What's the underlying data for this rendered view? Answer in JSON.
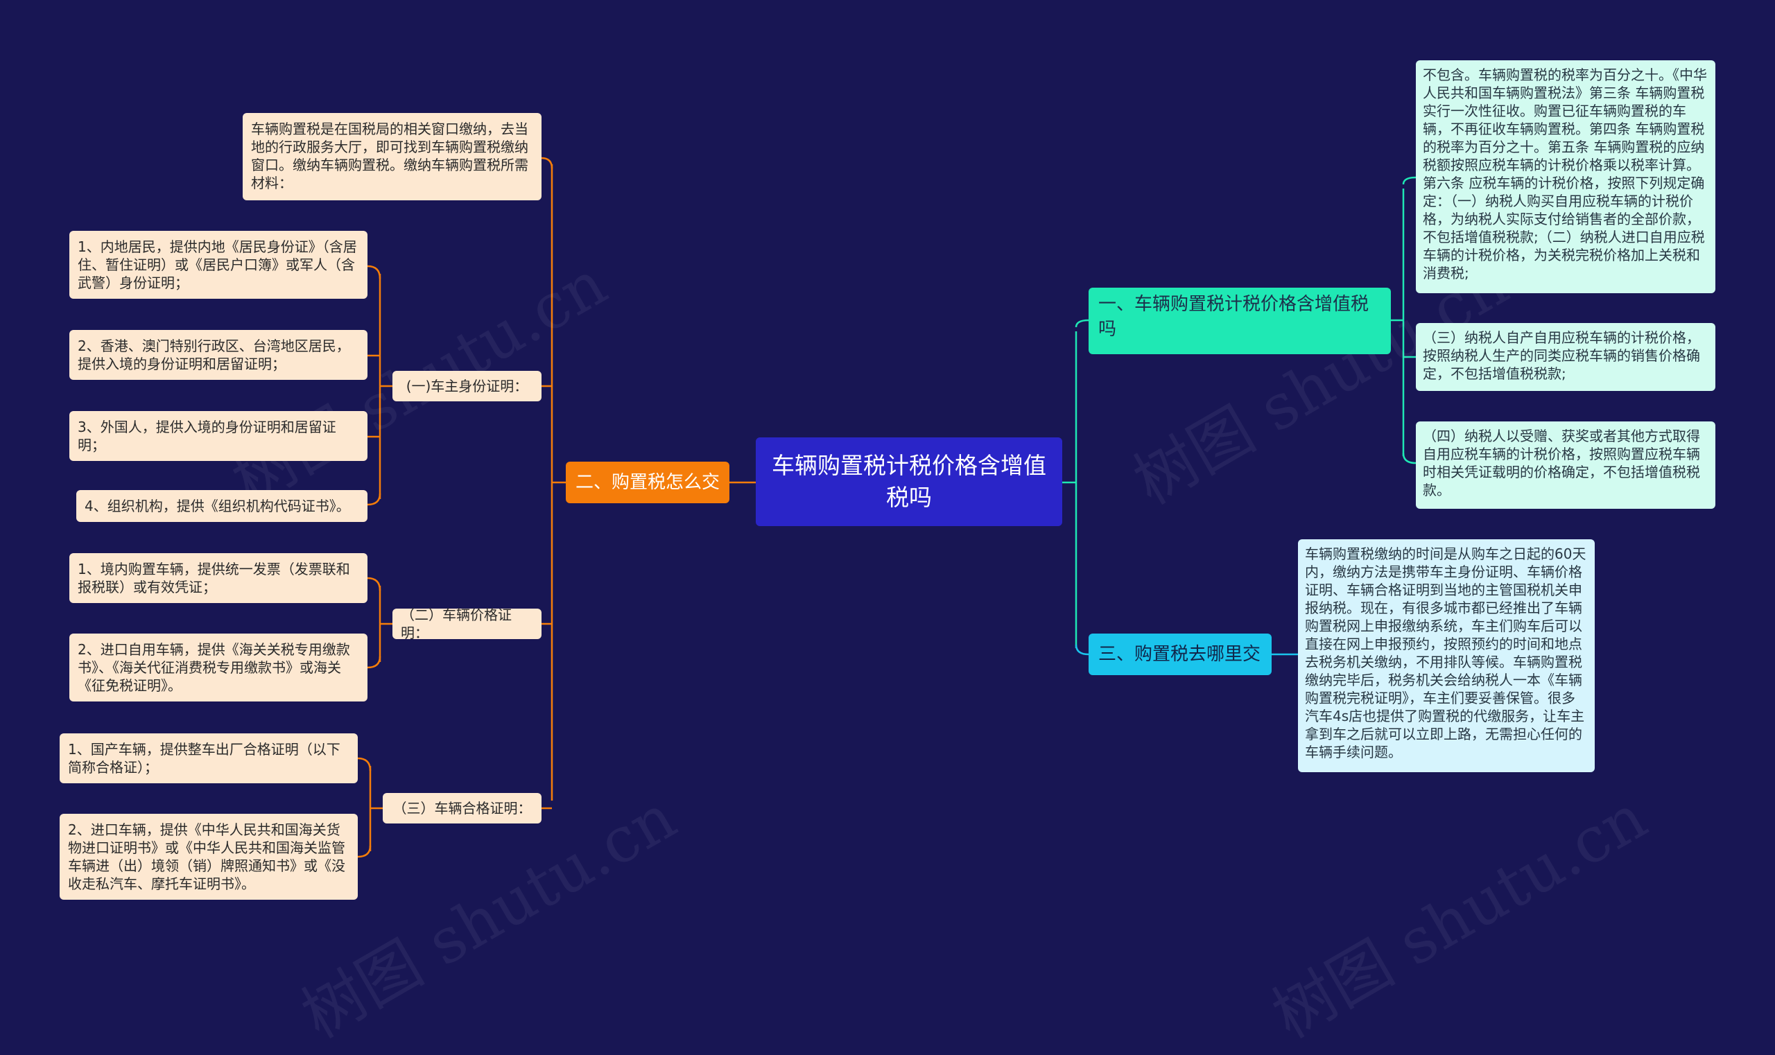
{
  "central": {
    "title": "车辆购置税计税价格含增值税吗"
  },
  "branches": {
    "left": {
      "label": "二、购置税怎么交",
      "intro": "车辆购置税是在国税局的相关窗口缴纳，去当地的行政服务大厅，即可找到车辆购置税缴纳窗口。缴纳车辆购置税。缴纳车辆购置税所需材料：",
      "groups": [
        {
          "label": "(一)车主身份证明：",
          "items": [
            "1、内地居民，提供内地《居民身份证》（含居住、暂住证明）或《居民户口簿》或军人（含武警）身份证明；",
            "2、香港、澳门特别行政区、台湾地区居民，提供入境的身份证明和居留证明；",
            "3、外国人，提供入境的身份证明和居留证明；",
            "4、组织机构，提供《组织机构代码证书》。"
          ]
        },
        {
          "label": "（二）车辆价格证明：",
          "items": [
            "1、境内购置车辆，提供统一发票（发票联和报税联）或有效凭证；",
            "2、进口自用车辆，提供《海关关税专用缴款书》、《海关代征消费税专用缴款书》或海关《征免税证明》。"
          ]
        },
        {
          "label": "（三）车辆合格证明：",
          "items": [
            "1、国产车辆，提供整车出厂合格证明（以下简称合格证）；",
            "2、进口车辆，提供《中华人民共和国海关货物进口证明书》或《中华人民共和国海关监管车辆进（出）境领（销）牌照通知书》或《没收走私汽车、摩托车证明书》。"
          ]
        }
      ]
    },
    "right_top": {
      "label": "一、车辆购置税计税价格含增值税吗",
      "items": [
        "不包含。车辆购置税的税率为百分之十。《中华人民共和国车辆购置税法》第三条 车辆购置税实行一次性征收。购置已征车辆购置税的车辆，不再征收车辆购置税。第四条 车辆购置税的税率为百分之十。第五条 车辆购置税的应纳税额按照应税车辆的计税价格乘以税率计算。第六条 应税车辆的计税价格，按照下列规定确定：（一）纳税人购买自用应税车辆的计税价格，为纳税人实际支付给销售者的全部价款，不包括增值税税款;（二）纳税人进口自用应税车辆的计税价格，为关税完税价格加上关税和消费税;",
        "（三）纳税人自产自用应税车辆的计税价格，按照纳税人生产的同类应税车辆的销售价格确定，不包括增值税税款;",
        "（四）纳税人以受赠、获奖或者其他方式取得自用应税车辆的计税价格，按照购置应税车辆时相关凭证载明的价格确定，不包括增值税税款。"
      ]
    },
    "right_bottom": {
      "label": "三、购置税去哪里交",
      "text": "车辆购置税缴纳的时间是从购车之日起的60天内，缴纳方法是携带车主身份证明、车辆价格证明、车辆合格证明到当地的主管国税机关申报纳税。现在，有很多城市都已经推出了车辆购置税网上申报缴纳系统，车主们购车后可以直接在网上申报预约，按照预约的时间和地点去税务机关缴纳，不用排队等候。车辆购置税缴纳完毕后，税务机关会给纳税人一本《车辆购置税完税证明》，车主们要妥善保管。很多汽车4s店也提供了购置税的代缴服务，让车主拿到车之后就可以立即上路，无需担心任何的车辆手续问题。"
    }
  },
  "watermark": "树图 shutu.cn",
  "colors": {
    "background": "#181654",
    "central": "#2a25c8",
    "orange": "#f57d0a",
    "teal": "#1fe8b4",
    "cyan": "#1ac4ec",
    "cream": "#fde8d1",
    "mint": "#d2fbf0",
    "sky": "#d6f4fd"
  }
}
